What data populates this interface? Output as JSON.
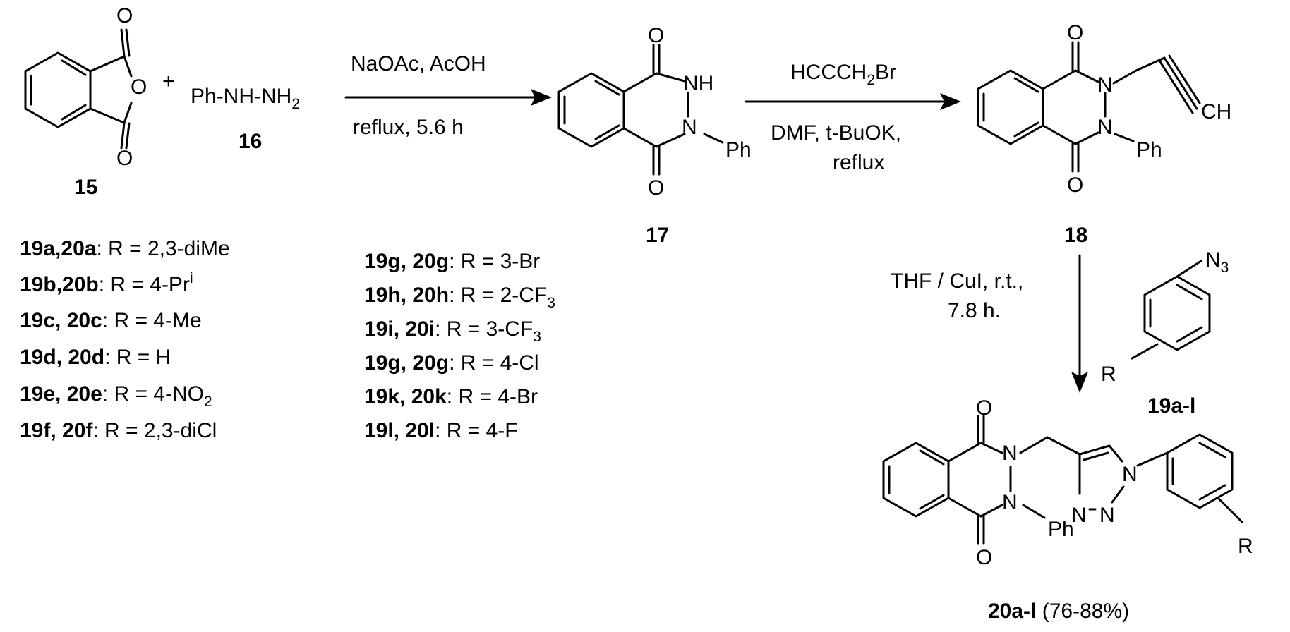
{
  "atoms": {
    "O": "O",
    "NH": "NH",
    "N": "N",
    "Ph": "Ph",
    "CH": "CH",
    "R": "R",
    "N3_N": "N",
    "N3_sub": "3"
  },
  "compound_15": {
    "label": "15"
  },
  "reagent_16": {
    "formula_main": "Ph-NH-NH",
    "formula_sub": "2",
    "label": "16",
    "plus": "+"
  },
  "compound_17": {
    "label": "17"
  },
  "compound_18": {
    "label": "18"
  },
  "azide_19": {
    "label": "19a-l"
  },
  "product_20": {
    "label": "20a-l",
    "yield": "(76-88%)"
  },
  "step1": {
    "above": "NaOAc, AcOH",
    "below": "reflux, 5.6 h"
  },
  "step2": {
    "above_pre": "HCCCH",
    "above_sub": "2",
    "above_post": "Br",
    "below_line1": "DMF, t-BuOK,",
    "below_line2": "reflux"
  },
  "step3": {
    "line1": "THF / CuI, r.t.,",
    "line2": "7.8 h."
  },
  "substituents_left": [
    {
      "id": "19a,20a",
      "rest": ": R = 2,3-diMe"
    },
    {
      "id": "19b,20b",
      "rest": ": R = 4-Pr",
      "sup": "i"
    },
    {
      "id": "19c, 20c",
      "rest": ": R = 4-Me"
    },
    {
      "id": "19d, 20d",
      "rest": ": R = H"
    },
    {
      "id": "19e, 20e",
      "rest": ": R = 4-NO",
      "sub": "2"
    },
    {
      "id": "19f, 20f",
      "rest": ": R = 2,3-diCl"
    }
  ],
  "substituents_right": [
    {
      "id": "19g, 20g",
      "rest": ": R = 3-Br"
    },
    {
      "id": "19h, 20h",
      "rest": ": R = 2-CF",
      "sub": "3"
    },
    {
      "id": "19i, 20i",
      "rest": ": R = 3-CF",
      "sub": "3"
    },
    {
      "id": "19g, 20g",
      "rest": ": R = 4-Cl"
    },
    {
      "id": "19k, 20k",
      "rest": ": R = 4-Br"
    },
    {
      "id": "19l, 20l",
      "rest": ": R = 4-F"
    }
  ]
}
